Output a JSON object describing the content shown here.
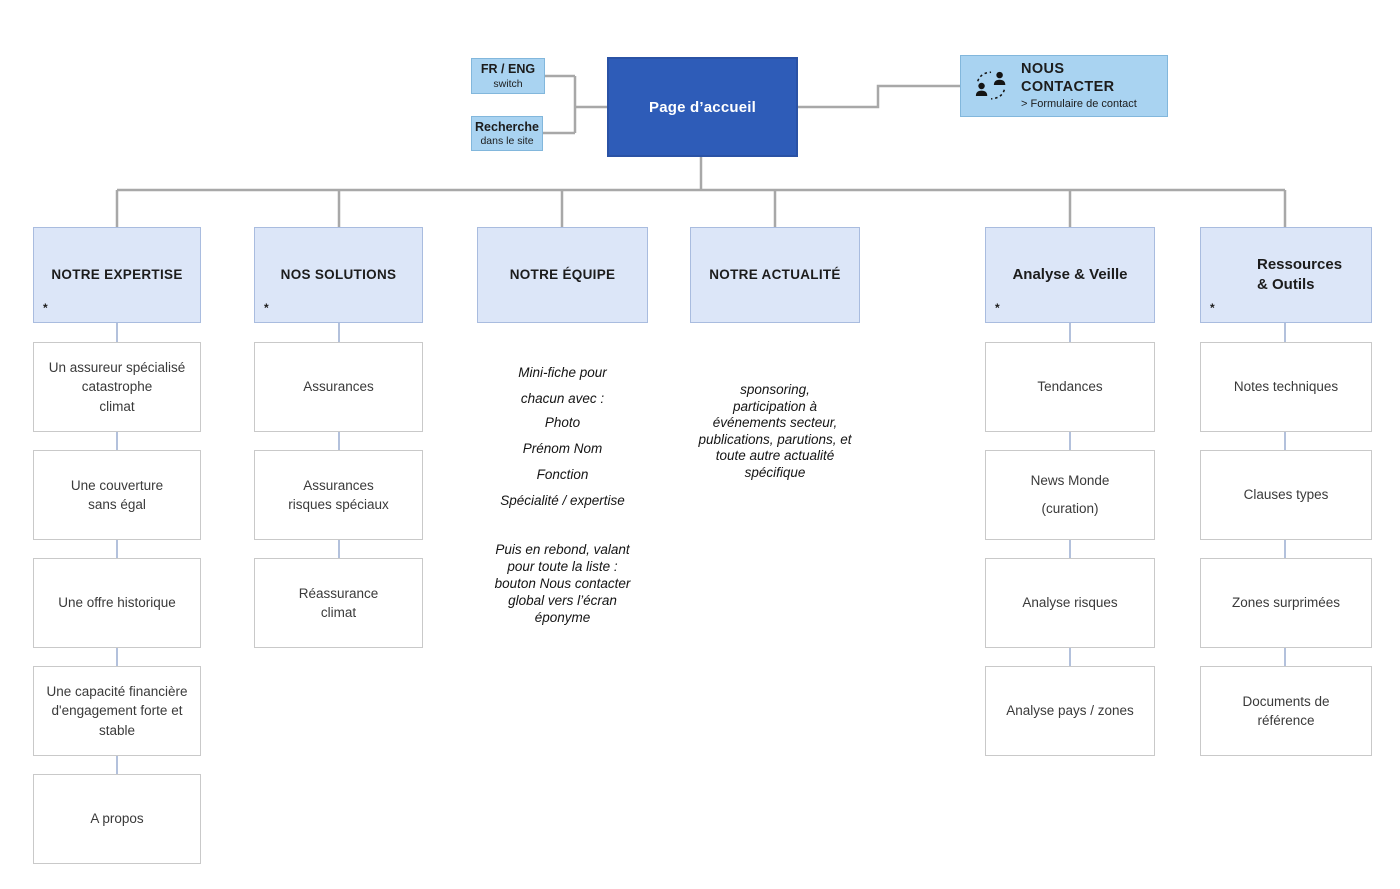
{
  "top": {
    "lang_switch": {
      "label": "FR / ENG",
      "sublabel": "switch"
    },
    "site_search": {
      "label": "Recherche",
      "sublabel": "dans le site"
    },
    "home": {
      "label": "Page d’accueil"
    },
    "contact": {
      "label": "NOUS CONTACTER",
      "sublabel": "> Formulaire de contact",
      "icon": "people-exchange-icon"
    }
  },
  "columns": [
    {
      "header": "NOTRE EXPERTISE",
      "asterisk": "*",
      "items": [
        "Un assureur spécialisé\ncatastrophe\nclimat",
        "Une couverture\nsans égal",
        "Une offre historique",
        "Une capacité financière\nd'engagement forte et\nstable",
        "A propos"
      ]
    },
    {
      "header": "NOS SOLUTIONS",
      "asterisk": "*",
      "items": [
        "Assurances",
        "Assurances\nrisques spéciaux",
        "Réassurance\nclimat"
      ]
    },
    {
      "header": "NOTRE ÉQUIPE",
      "asterisk": "",
      "notes": {
        "intro": "Mini-fiche pour\nchacun avec :",
        "fields": "Photo\nPrénom Nom\nFonction\nSpécialité / expertise",
        "footer": "Puis en rebond, valant\npour toute la liste :\nbouton Nous contacter\nglobal vers l’écran\néponyme"
      }
    },
    {
      "header": "NOTRE ACTUALITÉ",
      "asterisk": "",
      "notes": {
        "body": "sponsoring,\nparticipation à\névénements secteur,\npublications, parutions, et\ntoute autre actualité\nspécifique"
      }
    },
    {
      "header": "Analyse & Veille",
      "asterisk": "*",
      "items": [
        "Tendances",
        "News Monde\n(curation)",
        "Analyse risques",
        "Analyse pays / zones"
      ]
    },
    {
      "header": "Ressources\n& Outils",
      "asterisk": "*",
      "items": [
        "Notes techniques",
        "Clauses types",
        "Zones surprimées",
        "Documents de\nréférence"
      ]
    }
  ],
  "colors": {
    "home_fill": "#2e5cb8",
    "top_box_fill": "#a9d3f1",
    "header_fill": "#dce6f8",
    "connector_gray": "#a8a8a8",
    "connector_blue": "#b3c1dc"
  }
}
